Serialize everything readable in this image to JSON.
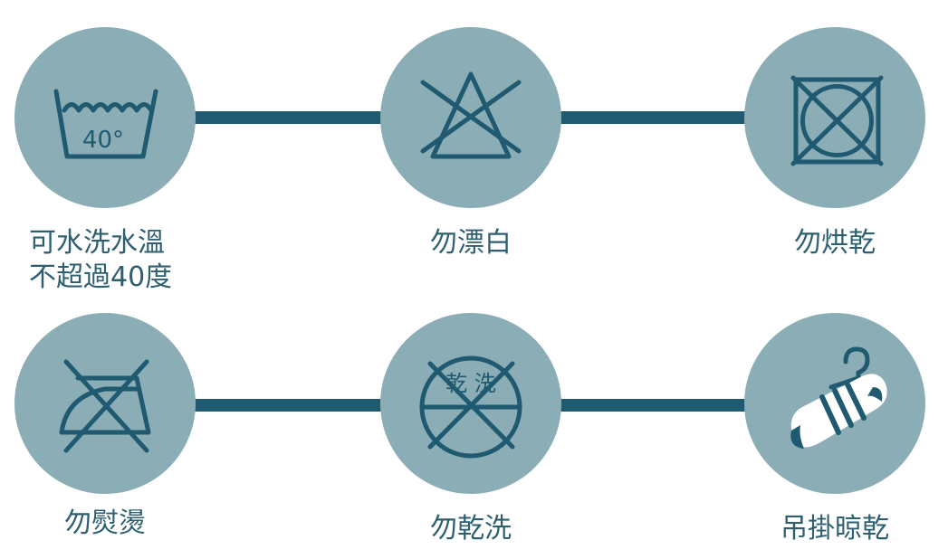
{
  "colors": {
    "circle_fill": "#8aadb6",
    "icon_stroke": "#1f5a70",
    "connector": "#1f5a70",
    "label_text": "#2d5f70"
  },
  "items": [
    {
      "id": "wash-40",
      "icon": "washtub-40-icon",
      "icon_text": "40°",
      "label": "可水洗水溫\n不超過40度"
    },
    {
      "id": "no-bleach",
      "icon": "no-bleach-icon",
      "label": "勿漂白"
    },
    {
      "id": "no-tumble-dry",
      "icon": "no-tumble-dry-icon",
      "label": "勿烘乾"
    },
    {
      "id": "no-iron",
      "icon": "no-iron-icon",
      "label": "勿熨燙"
    },
    {
      "id": "no-dry-clean",
      "icon": "no-dry-clean-icon",
      "icon_text": "乾 洗",
      "label": "勿乾洗"
    },
    {
      "id": "hang-dry",
      "icon": "hang-dry-sock-icon",
      "label": "吊掛晾乾"
    }
  ]
}
